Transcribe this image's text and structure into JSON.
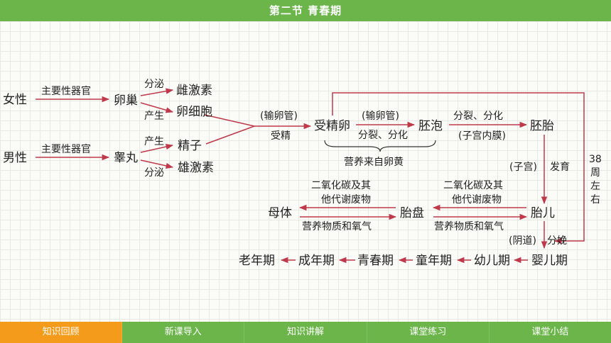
{
  "header": {
    "title": "第二节  青春期"
  },
  "diagram": {
    "female": "女性",
    "male": "男性",
    "main_organ": "主要性器官",
    "ovary": "卵巢",
    "testis": "睾丸",
    "secrete": "分泌",
    "produce": "产生",
    "estrogen": "雌激素",
    "egg": "卵细胞",
    "sperm": "精子",
    "androgen": "雄激素",
    "oviduct": "(输卵管)",
    "fertilization": "受精",
    "zygote": "受精卵",
    "oviduct2": "(输卵管)",
    "divide_differentiate": "分裂、分化",
    "blastocyst": "胚泡",
    "divide_differentiate2": "分裂、分化",
    "endometrium": "(子宫内膜)",
    "embryo": "胚胎",
    "nutrition_yolk": "营养来自卵黄",
    "uterus": "(子宫)",
    "develop": "发育",
    "weeks": "38周左右",
    "co2_1": "二氧化碳及其",
    "waste_1": "他代谢废物",
    "co2_2": "二氧化碳及其",
    "waste_2": "他代谢废物",
    "mother": "母体",
    "placenta": "胎盘",
    "fetus": "胎儿",
    "nutrients_1": "营养物质和氧气",
    "nutrients_2": "营养物质和氧气",
    "vagina": "(阴道)",
    "delivery": "分娩",
    "stages": [
      "老年期",
      "成年期",
      "青春期",
      "童年期",
      "幼儿期",
      "婴儿期"
    ]
  },
  "nav": {
    "items": [
      "知识回顾",
      "新课导入",
      "知识讲解",
      "课堂练习",
      "课堂小结"
    ],
    "active_index": 0
  },
  "colors": {
    "header_bg": "#6bb54a",
    "arrow": "#c0394b",
    "nav_active": "#f59b1c",
    "paper": "#fbfbf7"
  }
}
